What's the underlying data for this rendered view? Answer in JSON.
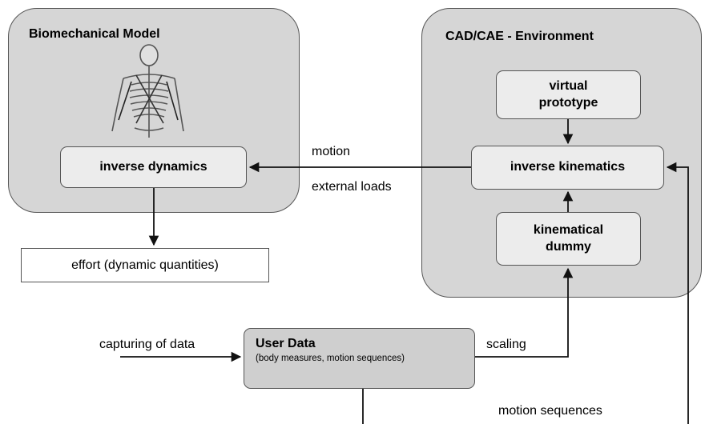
{
  "panels": {
    "biomechanical": {
      "title": "Biomechanical Model"
    },
    "cad": {
      "title": "CAD/CAE - Environment"
    }
  },
  "boxes": {
    "inverse_dynamics": "inverse dynamics",
    "virtual_prototype": "virtual prototype",
    "inverse_kinematics": "inverse kinematics",
    "kinematical_dummy": "kinematical dummy",
    "effort": "effort (dynamic quantities)",
    "user_data_title": "User Data",
    "user_data_subtitle": "(body measures, motion sequences)"
  },
  "labels": {
    "motion": "motion",
    "external_loads": "external loads",
    "capturing": "capturing of data",
    "scaling": "scaling",
    "motion_sequences": "motion sequences"
  },
  "colors": {
    "panel_fill": "#d6d6d6",
    "box_fill": "#ececec",
    "stroke": "#555555"
  }
}
